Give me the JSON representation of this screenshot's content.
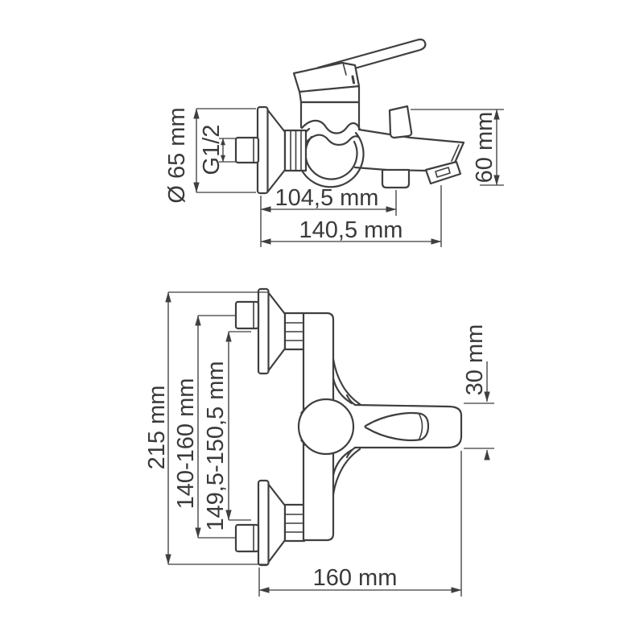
{
  "drawing": {
    "background_color": "#ffffff",
    "line_color": "#3f3f3f",
    "text_color": "#3a3a3a",
    "side_view": {
      "d_flange_diameter": "Ø 65 mm",
      "d_thread": "G1/2",
      "d_depth_to_shower_outlet": "104,5 mm",
      "d_depth_overall": "140,5 mm",
      "d_spout_height": "60 mm"
    },
    "plan_view": {
      "d_overall_width": "215 mm",
      "d_centers_adjustable": "140-160 mm",
      "d_centers_exact": "149,5-150,5 mm",
      "d_handle_width": "30 mm",
      "d_projection_length": "160 mm"
    }
  }
}
